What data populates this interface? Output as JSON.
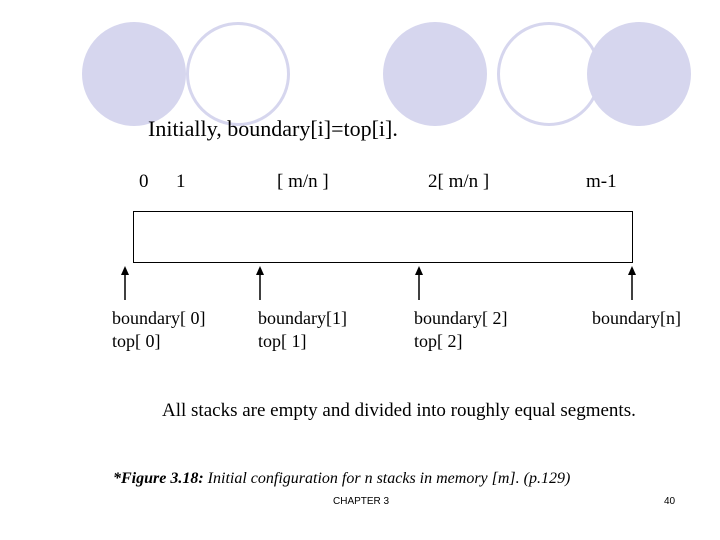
{
  "title": "Initially, boundary[i]=top[i].",
  "index_labels": [
    "0",
    "1",
    "[ m/n ]",
    "2[ m/n ]",
    "m-1"
  ],
  "pointers": [
    {
      "boundary": "boundary[ 0]",
      "top": "top[ 0]"
    },
    {
      "boundary": "boundary[1]",
      "top": "top[ 1]"
    },
    {
      "boundary": "boundary[ 2]",
      "top": "top[ 2]"
    },
    {
      "boundary": "boundary[n]",
      "top": ""
    }
  ],
  "summary": "All stacks are empty and divided into roughly equal segments.",
  "caption": {
    "figure_label": "*Figure 3.18:",
    "text": " Initial configuration for  n stacks in memory [m]. (p.129)"
  },
  "footer": "CHAPTER 3",
  "page_number": "40",
  "colors": {
    "circle_fill": "#d6d6ee",
    "line": "#000000"
  }
}
